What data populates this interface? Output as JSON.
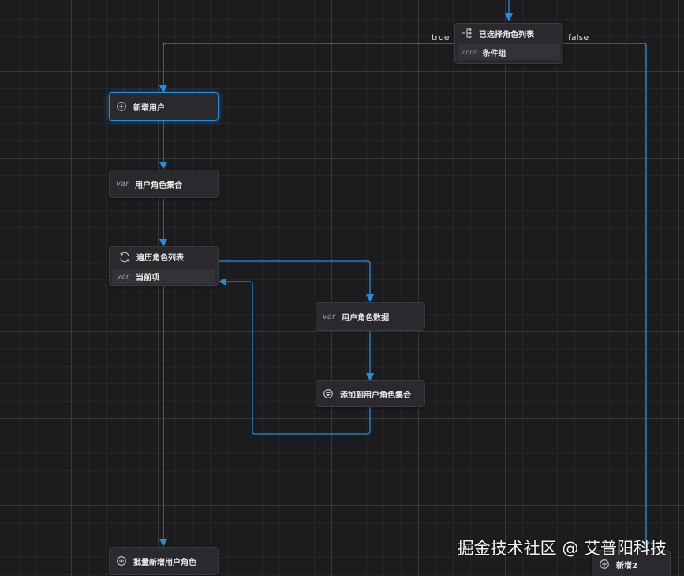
{
  "nodes": {
    "condition": {
      "title": "已选择角色列表",
      "cond_tag": "cond",
      "cond_label": "条件组"
    },
    "add_user": {
      "label": "新增用户"
    },
    "user_role_set": {
      "var_tag": "var",
      "label": "用户角色集合"
    },
    "loop": {
      "title": "遍历角色列表",
      "var_tag": "var",
      "item_label": "当前项"
    },
    "user_role_data": {
      "var_tag": "var",
      "label": "用户角色数据"
    },
    "append_to_set": {
      "label": "添加到用户角色集合"
    },
    "batch_add": {
      "label": "批量新增用户角色"
    },
    "add2": {
      "label": "新增2"
    }
  },
  "edges": {
    "true_label": "true",
    "false_label": "false"
  },
  "watermark": "掘金技术社区 @ 艾普阳科技",
  "colors": {
    "edge": "#1e90e0",
    "background": "#1c1c1f",
    "node": "#2a2a2e"
  },
  "icons": {
    "add": "plus-circle-icon",
    "condition": "branch-icon",
    "loop": "loop-icon",
    "append": "list-add-icon"
  }
}
